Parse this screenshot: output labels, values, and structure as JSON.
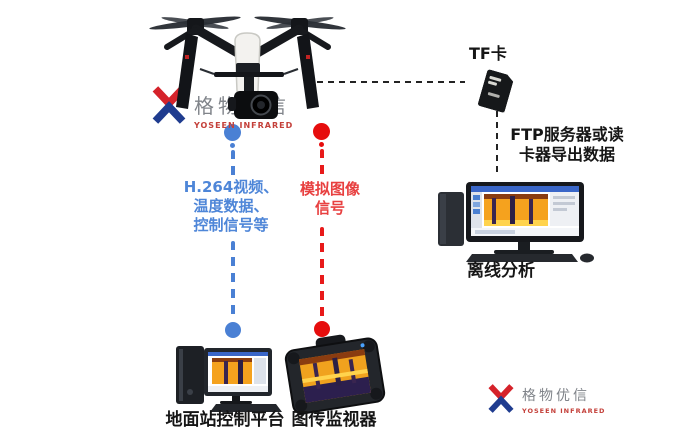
{
  "diagram_title": "drone-thermal-system-diagram",
  "tf_card": {
    "label": "TF卡"
  },
  "ftp_note": {
    "line1": "FTP服务器或读",
    "line2": "卡器导出数据"
  },
  "offline_analysis": {
    "label": "离线分析"
  },
  "ground_station": {
    "label": "地面站控制平台"
  },
  "video_monitor": {
    "label": "图传监视器"
  },
  "blue_link": {
    "line1": "H.264视频、",
    "line2": "温度数据、",
    "line3": "控制信号等"
  },
  "red_link": {
    "line1": "模拟图像",
    "line2": "信号"
  },
  "logo": {
    "cn": "格物优信",
    "en": "YOSEEN INFRARED"
  },
  "colors": {
    "link_blue": "#4A80D4",
    "link_red": "#E81A1A",
    "connector_black": "#232323",
    "logo_red": "#D5222A",
    "logo_blue": "#1F3C8F",
    "thermal_orange": "#F5A21E"
  }
}
